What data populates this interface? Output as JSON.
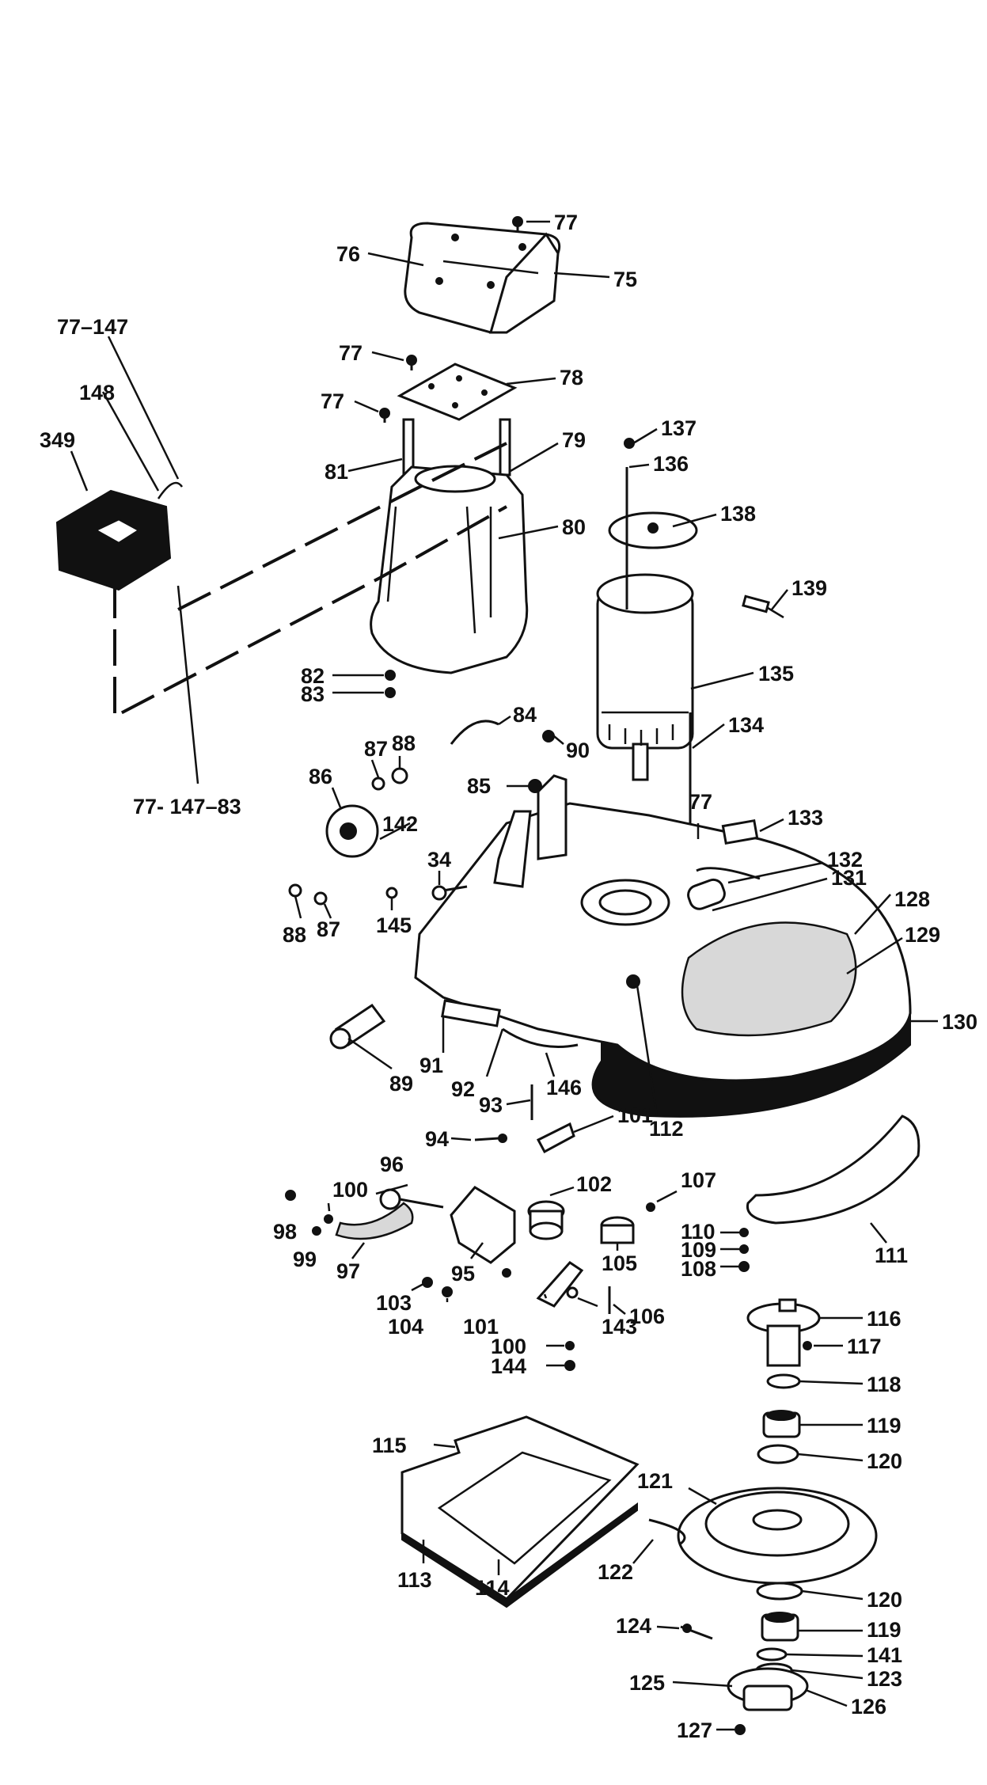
{
  "colors": {
    "ink": "#111111",
    "paper": "#ffffff",
    "shade": "#d8d8d8"
  },
  "labels": {
    "l_77_top": "77",
    "l_76": "76",
    "l_75": "75",
    "l_77_147": "77–147",
    "l_77_mid": "77",
    "l_78": "78",
    "l_148": "148",
    "l_77_left": "77",
    "l_349": "349",
    "l_79": "79",
    "l_81": "81",
    "l_80": "80",
    "l_137": "137",
    "l_136": "136",
    "l_138": "138",
    "l_139": "139",
    "l_82": "82",
    "l_83": "83",
    "l_135": "135",
    "l_84": "84",
    "l_90": "90",
    "l_134": "134",
    "l_87a": "87",
    "l_88a": "88",
    "l_86": "86",
    "l_77_147_83": "77- 147–83",
    "l_85": "85",
    "l_77_motor": "77",
    "l_133": "133",
    "l_142": "142",
    "l_34": "34",
    "l_132": "132",
    "l_131": "131",
    "l_128": "128",
    "l_88b": "88",
    "l_87b": "87",
    "l_145": "145",
    "l_129": "129",
    "l_130": "130",
    "l_89": "89",
    "l_91": "91",
    "l_92": "92",
    "l_146": "146",
    "l_93": "93",
    "l_112": "112",
    "l_94": "94",
    "l_101a": "101",
    "l_96": "96",
    "l_100a": "100",
    "l_98": "98",
    "l_99": "99",
    "l_102": "102",
    "l_107": "107",
    "l_110": "110",
    "l_109": "109",
    "l_108": "108",
    "l_111": "111",
    "l_95": "95",
    "l_105": "105",
    "l_97": "97",
    "l_103": "103",
    "l_104": "104",
    "l_101b": "101",
    "l_143": "143",
    "l_106": "106",
    "l_116": "116",
    "l_117": "117",
    "l_100b": "100",
    "l_144": "144",
    "l_118": "118",
    "l_115": "115",
    "l_119a": "119",
    "l_120a": "120",
    "l_121": "121",
    "l_122": "122",
    "l_113": "113",
    "l_114": "114",
    "l_120b": "120",
    "l_124": "124",
    "l_119b": "119",
    "l_141": "141",
    "l_123": "123",
    "l_125": "125",
    "l_126": "126",
    "l_127": "127"
  }
}
